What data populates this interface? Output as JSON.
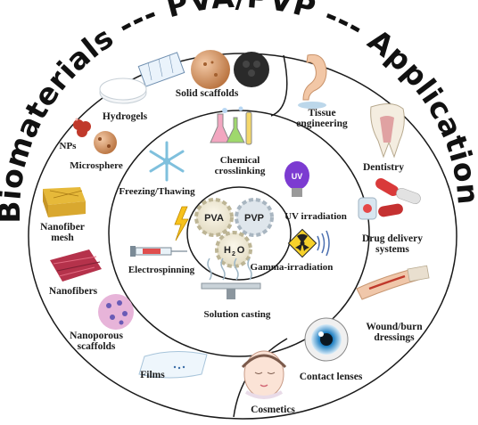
{
  "title": {
    "left": "Biomaterials --- PVA/PVP --- Applications"
  },
  "center": {
    "gear1": "PVA",
    "gear2": "PVP",
    "gear3_main": "H",
    "gear3_sub": "2",
    "gear3_end": "O"
  },
  "methods": {
    "freezing": "Freezing/Thawing",
    "chemical_1": "Chemical",
    "chemical_2": "crosslinking",
    "uv": "UV irradiation",
    "uv_bulb_text": "UV",
    "gamma": "Gamma-irradiation",
    "electrospinning": "Electrospinning",
    "solution_casting": "Solution casting"
  },
  "biomaterials": {
    "solid_scaffolds": "Solid scaffolds",
    "hydrogels": "Hydrogels",
    "nps": "NPs",
    "microsphere": "Microsphere",
    "nanofiber_mesh_1": "Nanofiber",
    "nanofiber_mesh_2": "mesh",
    "nanofibers": "Nanofibers",
    "nanoporous_1": "Nanoporous",
    "nanoporous_2": "scaffolds",
    "films": "Films"
  },
  "applications": {
    "tissue_1": "Tissue",
    "tissue_2": "engineering",
    "dentistry": "Dentistry",
    "drug_1": "Drug delivery",
    "drug_2": "systems",
    "wound_1": "Wound/burn",
    "wound_2": "dressings",
    "contact_lenses": "Contact lenses",
    "cosmetics": "Cosmetics"
  }
}
